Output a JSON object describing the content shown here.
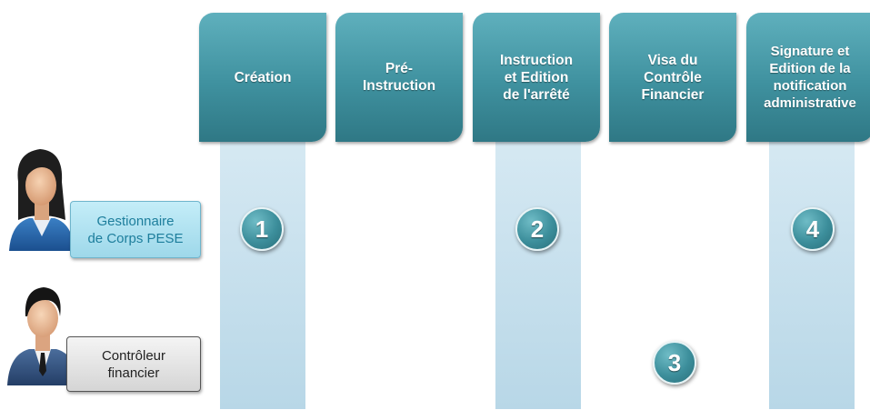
{
  "columns": [
    {
      "label": "Création"
    },
    {
      "label": "Pré-\nInstruction"
    },
    {
      "label": "Instruction\net Edition\nde l'arrêté"
    },
    {
      "label": "Visa du\nContrôle\nFinancier"
    },
    {
      "label": "Signature et\nEdition de la\nnotification\nadministrative"
    }
  ],
  "steps": [
    "1",
    "2",
    "3",
    "4"
  ],
  "actors": {
    "gestionnaire": "Gestionnaire\nde Corps PESE",
    "controleur": "Contrôleur\nfinancier"
  },
  "colors": {
    "tab": "#3f919f",
    "column_body": "#c6e0ee",
    "gestionnaire_label": "#b2e2f1",
    "controleur_label": "#e0e0e0"
  }
}
